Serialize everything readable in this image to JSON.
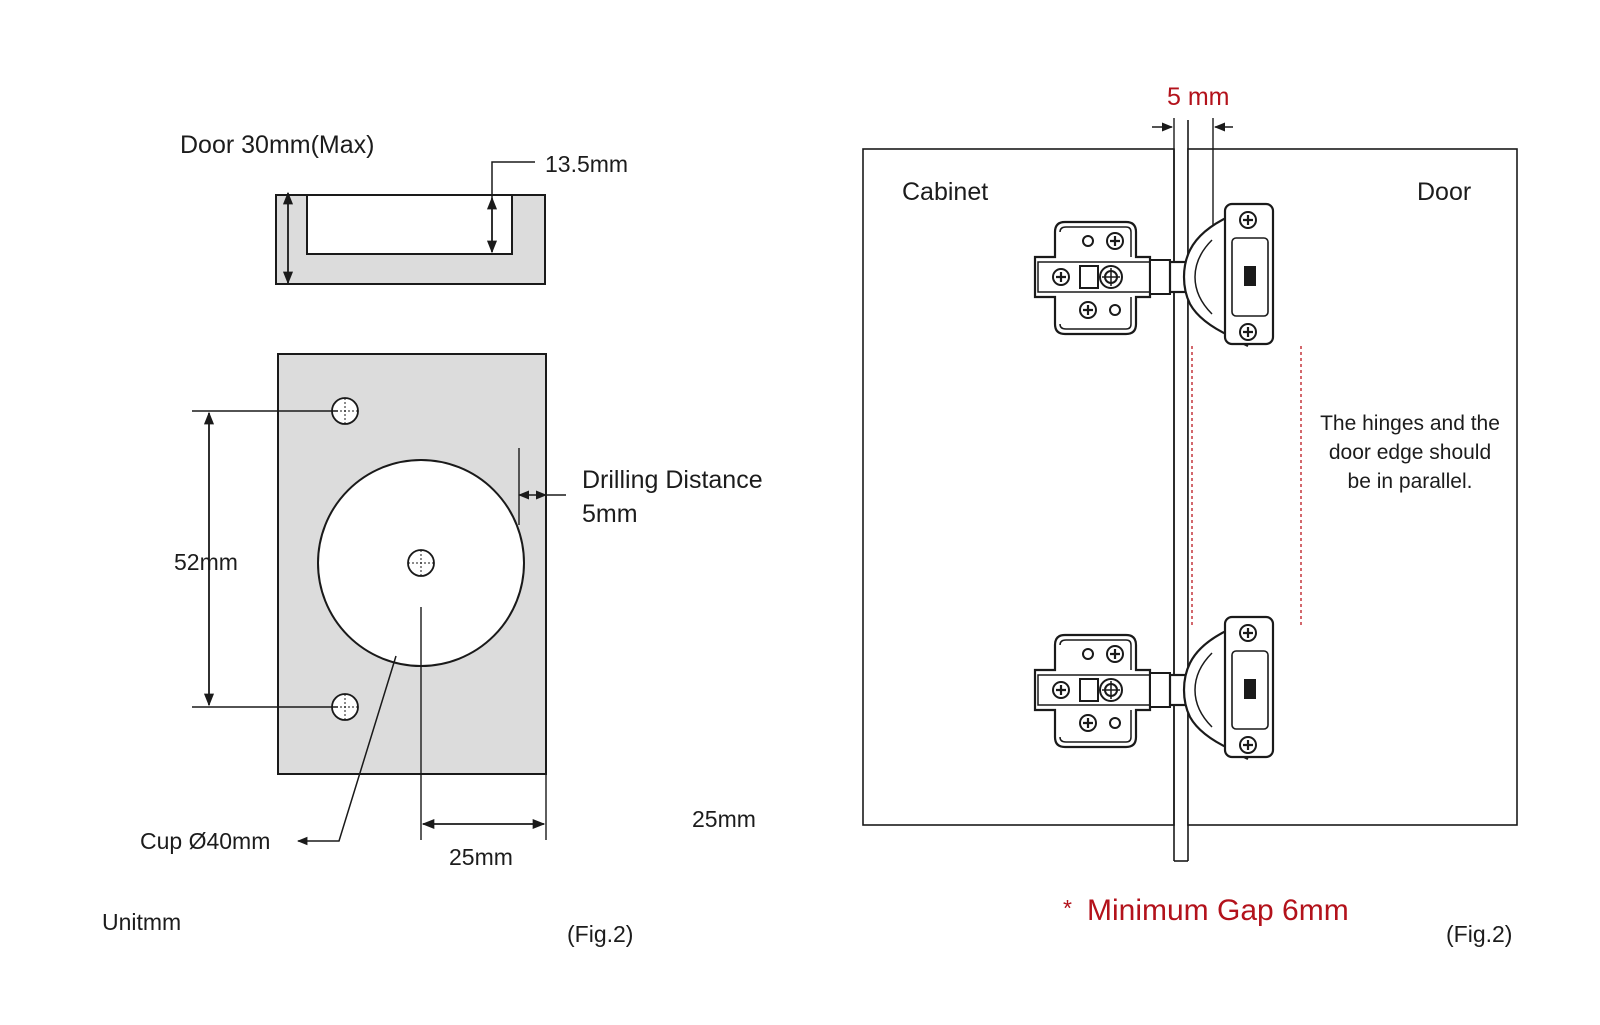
{
  "left_diagram": {
    "door_thickness_label": "Door 30mm(Max)",
    "cup_depth_label": "13.5mm",
    "hole_spacing_label": "52mm",
    "drilling_distance_label": "Drilling Distance",
    "drilling_distance_value": "5mm",
    "cup_diameter_label": "Cup Ø40mm",
    "center_offset_label": "25mm",
    "stray_label": "25mm",
    "unit_label": "Unitmm",
    "figure_caption": "(Fig.2)"
  },
  "right_diagram": {
    "gap_label": "5 mm",
    "cabinet_label": "Cabinet",
    "door_label": "Door",
    "parallel_note_lines": [
      "The hinges and the",
      "door edge should",
      "be in parallel."
    ],
    "minimum_gap_asterisk": "*",
    "minimum_gap_label": "Minimum Gap 6mm",
    "figure_caption": "(Fig.2)"
  },
  "colors": {
    "line": "#1a1a1a",
    "panel_fill": "#dcdcdc",
    "accent_red": "#b3121b"
  }
}
